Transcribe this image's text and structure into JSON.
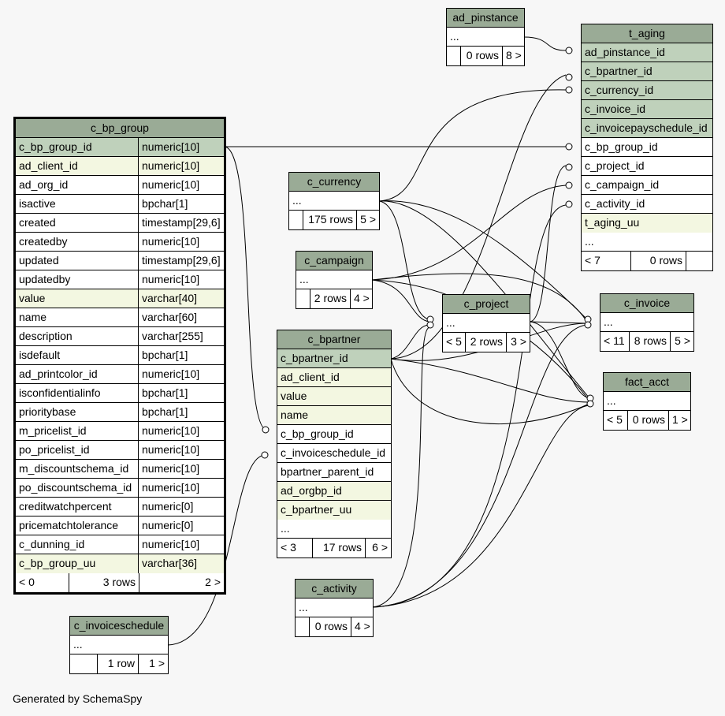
{
  "footer": "Generated by SchemaSpy",
  "ellipsis": "...",
  "tables": {
    "c_bp_group": {
      "name": "c_bp_group",
      "columns": [
        {
          "name": "c_bp_group_id",
          "type": "numeric[10]"
        },
        {
          "name": "ad_client_id",
          "type": "numeric[10]"
        },
        {
          "name": "ad_org_id",
          "type": "numeric[10]"
        },
        {
          "name": "isactive",
          "type": "bpchar[1]"
        },
        {
          "name": "created",
          "type": "timestamp[29,6]"
        },
        {
          "name": "createdby",
          "type": "numeric[10]"
        },
        {
          "name": "updated",
          "type": "timestamp[29,6]"
        },
        {
          "name": "updatedby",
          "type": "numeric[10]"
        },
        {
          "name": "value",
          "type": "varchar[40]"
        },
        {
          "name": "name",
          "type": "varchar[60]"
        },
        {
          "name": "description",
          "type": "varchar[255]"
        },
        {
          "name": "isdefault",
          "type": "bpchar[1]"
        },
        {
          "name": "ad_printcolor_id",
          "type": "numeric[10]"
        },
        {
          "name": "isconfidentialinfo",
          "type": "bpchar[1]"
        },
        {
          "name": "prioritybase",
          "type": "bpchar[1]"
        },
        {
          "name": "m_pricelist_id",
          "type": "numeric[10]"
        },
        {
          "name": "po_pricelist_id",
          "type": "numeric[10]"
        },
        {
          "name": "m_discountschema_id",
          "type": "numeric[10]"
        },
        {
          "name": "po_discountschema_id",
          "type": "numeric[10]"
        },
        {
          "name": "creditwatchpercent",
          "type": "numeric[0]"
        },
        {
          "name": "pricematchtolerance",
          "type": "numeric[0]"
        },
        {
          "name": "c_dunning_id",
          "type": "numeric[10]"
        },
        {
          "name": "c_bp_group_uu",
          "type": "varchar[36]"
        }
      ],
      "footer": [
        "< 0",
        "3 rows",
        "2 >"
      ]
    },
    "c_invoiceschedule": {
      "name": "c_invoiceschedule",
      "footer": [
        "",
        "1 row",
        "1 >"
      ]
    },
    "ad_pinstance": {
      "name": "ad_pinstance",
      "footer": [
        "",
        "0 rows",
        "8 >"
      ]
    },
    "c_currency": {
      "name": "c_currency",
      "footer": [
        "",
        "175 rows",
        "5 >"
      ]
    },
    "c_campaign": {
      "name": "c_campaign",
      "footer": [
        "",
        "2 rows",
        "4 >"
      ]
    },
    "c_project": {
      "name": "c_project",
      "footer": [
        "< 5",
        "2 rows",
        "3 >"
      ]
    },
    "c_activity": {
      "name": "c_activity",
      "footer": [
        "",
        "0 rows",
        "4 >"
      ]
    },
    "c_invoice": {
      "name": "c_invoice",
      "footer": [
        "< 11",
        "8 rows",
        "5 >"
      ]
    },
    "fact_acct": {
      "name": "fact_acct",
      "footer": [
        "< 5",
        "0 rows",
        "1 >"
      ]
    },
    "c_bpartner": {
      "name": "c_bpartner",
      "columns": [
        "c_bpartner_id",
        "ad_client_id",
        "value",
        "name",
        "c_bp_group_id",
        "c_invoiceschedule_id",
        "bpartner_parent_id",
        "ad_orgbp_id",
        "c_bpartner_uu"
      ],
      "footer": [
        "< 3",
        "17 rows",
        "6 >"
      ]
    },
    "t_aging": {
      "name": "t_aging",
      "columns": [
        "ad_pinstance_id",
        "c_bpartner_id",
        "c_currency_id",
        "c_invoice_id",
        "c_invoicepayschedule_id",
        "c_bp_group_id",
        "c_project_id",
        "c_campaign_id",
        "c_activity_id",
        "t_aging_uu"
      ],
      "footer": [
        "< 7",
        "0 rows",
        ""
      ]
    }
  }
}
